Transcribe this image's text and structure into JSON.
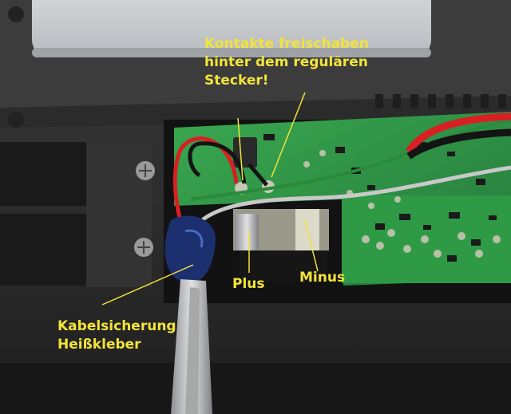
{
  "annotations": {
    "contacts": "Kontakte freischaben\nhinter dem regulären\nStecker!",
    "plus": "Plus",
    "minus": "Minus",
    "cable": "Kabelsicherung\nHeißkleber"
  },
  "colors": {
    "annotation_text": "#f2e43a",
    "pcb": "#2f9a45",
    "case": "#2a2a2a",
    "wire_red": "#d81f24",
    "wire_black": "#141414",
    "wire_gray": "#c9c9c9",
    "contact_metal": "#d8d6c8"
  }
}
